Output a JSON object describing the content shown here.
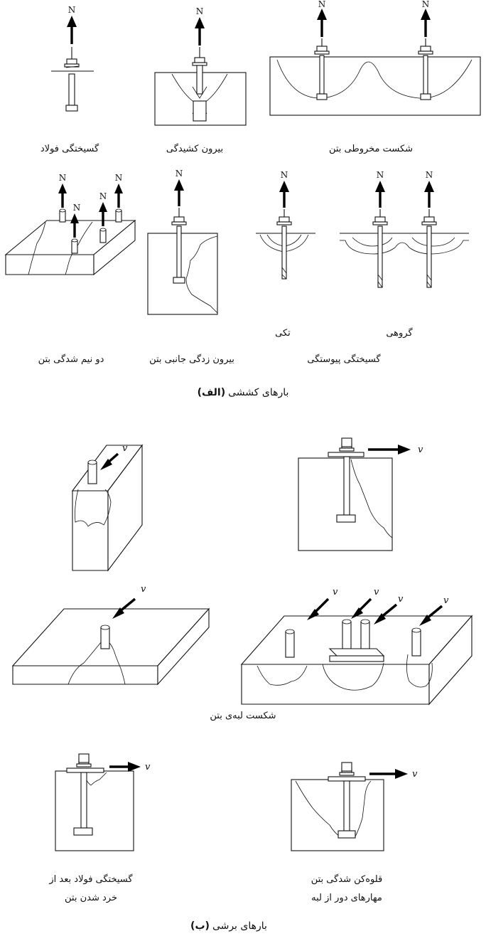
{
  "section_a": {
    "caption_letter": "(الف)",
    "caption_text": "بارهای کششی",
    "row1": {
      "steel_failure": "گسیختگی فولاد",
      "pullout": "بیرون کشیدگی",
      "cone_failure": "شکست مخروطی بتن"
    },
    "row2": {
      "splitting": "دو نیم شدگی بتن",
      "side_blowout": "بیرون زدگی جانبی بتن",
      "bond_failure": "گسیختگی پیوستگی",
      "single": "تکی",
      "group": "گروهی"
    },
    "load_symbol": "N"
  },
  "section_b": {
    "caption_letter": "(ب)",
    "caption_text": "بارهای برشی",
    "edge_failure": "شکست لبه‌ی بتن",
    "steel_after_line1": "گسیختگی فولاد بعد از",
    "steel_after_line2": "خرد شدن بتن",
    "pryout_line1": "قلوه‌کن شدگی بتن",
    "pryout_line2": "مهارهای دور از لبه",
    "load_symbol": "v"
  }
}
